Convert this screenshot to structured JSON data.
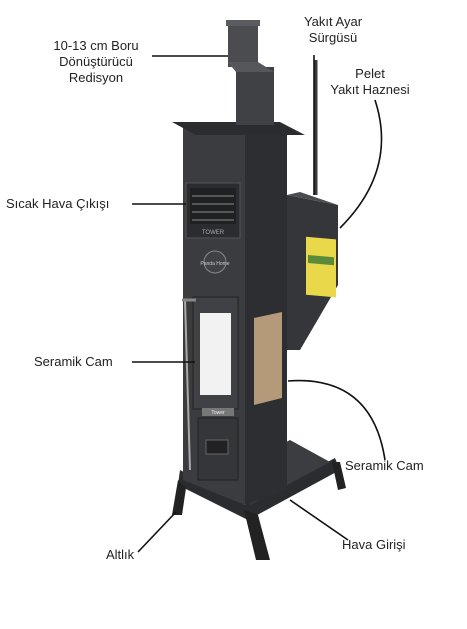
{
  "labels": {
    "reducer": "10-13 cm Boru\nDönüştürücü\nRedisyon",
    "fuel_slider": "Yakıt Ayar\nSürgüsü",
    "pellet_hopper": "Pelet\nYakıt Haznesi",
    "hot_air_outlet": "Sıcak Hava Çıkışı",
    "ceramic_glass_left": "Seramik Cam",
    "ceramic_glass_right": "Seramik Cam",
    "base": "Altlık",
    "air_inlet": "Hava Girişi"
  },
  "product": {
    "grille_text": "TOWER",
    "badge_text": "Panda Home",
    "plate_text": "Tower"
  },
  "colors": {
    "stove_body": "#3a3c40",
    "stove_dark": "#25272a",
    "pipe": "#4a4c50",
    "fire_window": "#b49a78",
    "sticker": "#e8d84a",
    "leader_line": "#111111"
  }
}
